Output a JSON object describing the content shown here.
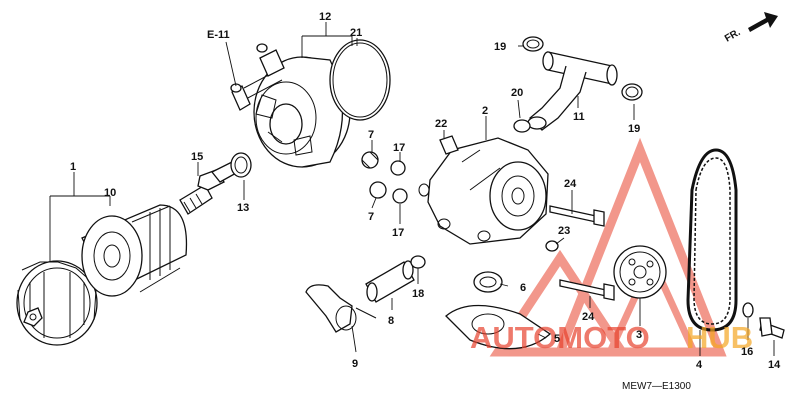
{
  "diagram": {
    "ref_label": "E-11",
    "front_label": "FR.",
    "code": "MEW7—E1300",
    "callouts": [
      "1",
      "10",
      "15",
      "13",
      "12",
      "21",
      "19",
      "20",
      "11",
      "19",
      "2",
      "22",
      "7",
      "17",
      "7",
      "17",
      "24",
      "23",
      "6",
      "18",
      "8",
      "9",
      "5",
      "24",
      "3",
      "4",
      "16",
      "14"
    ]
  },
  "watermark": {
    "brand_part1": "AUTOMOTO",
    "brand_part2": "HUB",
    "color_red": "#e8432e",
    "color_orange": "#f5a623"
  },
  "colors": {
    "line": "#111111",
    "background": "#ffffff"
  }
}
